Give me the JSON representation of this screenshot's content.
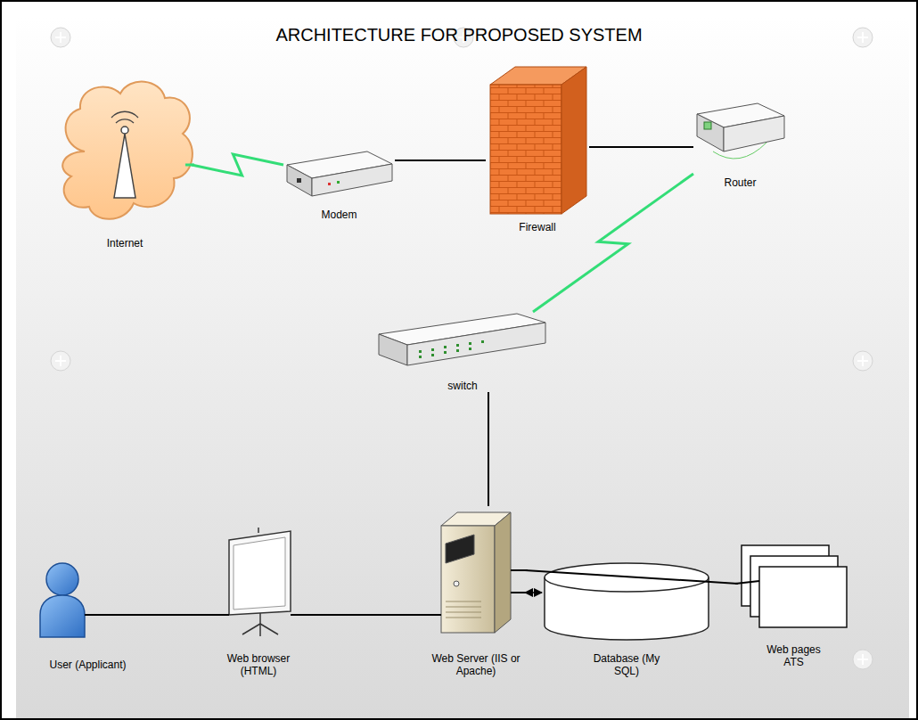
{
  "diagram": {
    "title": "ARCHITECTURE FOR PROPOSED SYSTEM",
    "nodes": [
      {
        "text": [
          "Internet"
        ]
      },
      {
        "text": [
          "Modem"
        ]
      },
      {
        "text": [
          "Firewall"
        ]
      },
      {
        "text": [
          "Router"
        ]
      },
      {
        "text": [
          "switch"
        ]
      },
      {
        "text": [
          "User (Applicant)"
        ]
      },
      {
        "text": [
          "Web browser (HTML)"
        ]
      },
      {
        "text": [
          "Web Server (IIS or Apache)"
        ]
      },
      {
        "text": [
          "Database (My SQL)"
        ]
      },
      {
        "text": [
          "Web pages ATS"
        ]
      }
    ],
    "edges": [
      {
        "from": 0,
        "to": 1,
        "arrow": "none"
      },
      {
        "from": 1,
        "to": 2,
        "arrow": "none"
      },
      {
        "from": 2,
        "to": 3,
        "arrow": "none"
      },
      {
        "from": 3,
        "to": 4,
        "arrow": "none"
      },
      {
        "from": 4,
        "to": 7,
        "arrow": "none"
      },
      {
        "from": 5,
        "to": 6,
        "arrow": "none"
      },
      {
        "from": 6,
        "to": 7,
        "arrow": "none"
      },
      {
        "from": 7,
        "to": 8,
        "arrow": "both"
      },
      {
        "from": 7,
        "to": 9,
        "arrow": "none"
      }
    ]
  }
}
